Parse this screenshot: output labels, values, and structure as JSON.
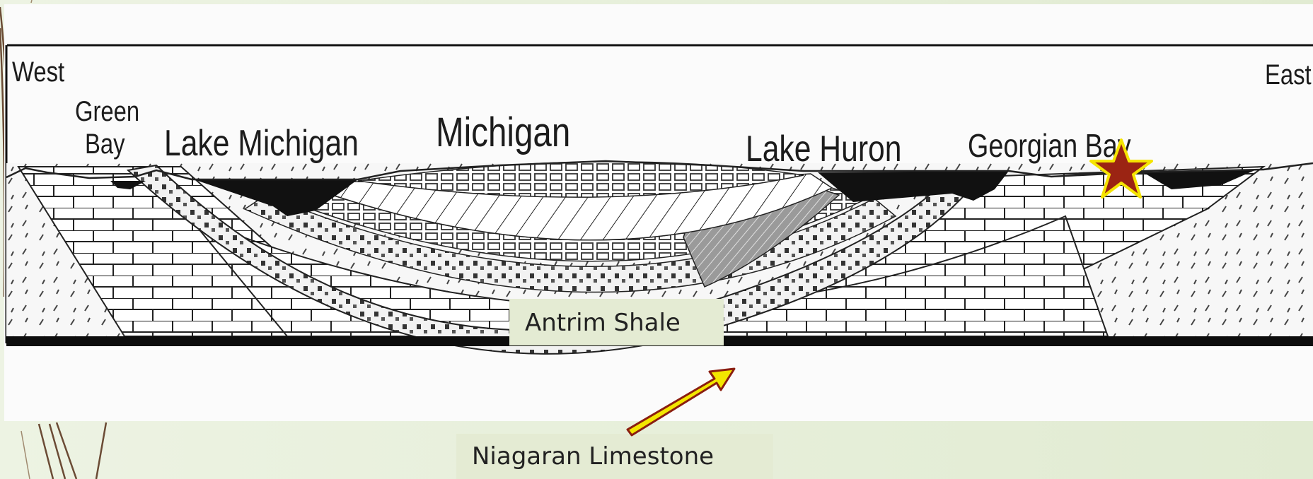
{
  "labels": {
    "west": "West",
    "east": "East",
    "green_bay_line1": "Green",
    "green_bay_line2": "Bay",
    "lake_michigan": "Lake Michigan",
    "michigan": "Michigan",
    "lake_huron": "Lake Huron",
    "georgian_bay": "Georgian Bay"
  },
  "callouts": {
    "antrim_shale": "Antrim Shale",
    "niagaran_limestone": "Niagaran Limestone"
  },
  "colors": {
    "background": "#e8f0dc",
    "callout_fill": "#e4ebd3",
    "star_fill": "#9b2413",
    "star_outline": "#f5e400",
    "arrow_fill": "#f3e600",
    "arrow_outline": "#8a1e10"
  },
  "icons": {
    "star": "star-icon",
    "arrow": "arrow-icon"
  }
}
